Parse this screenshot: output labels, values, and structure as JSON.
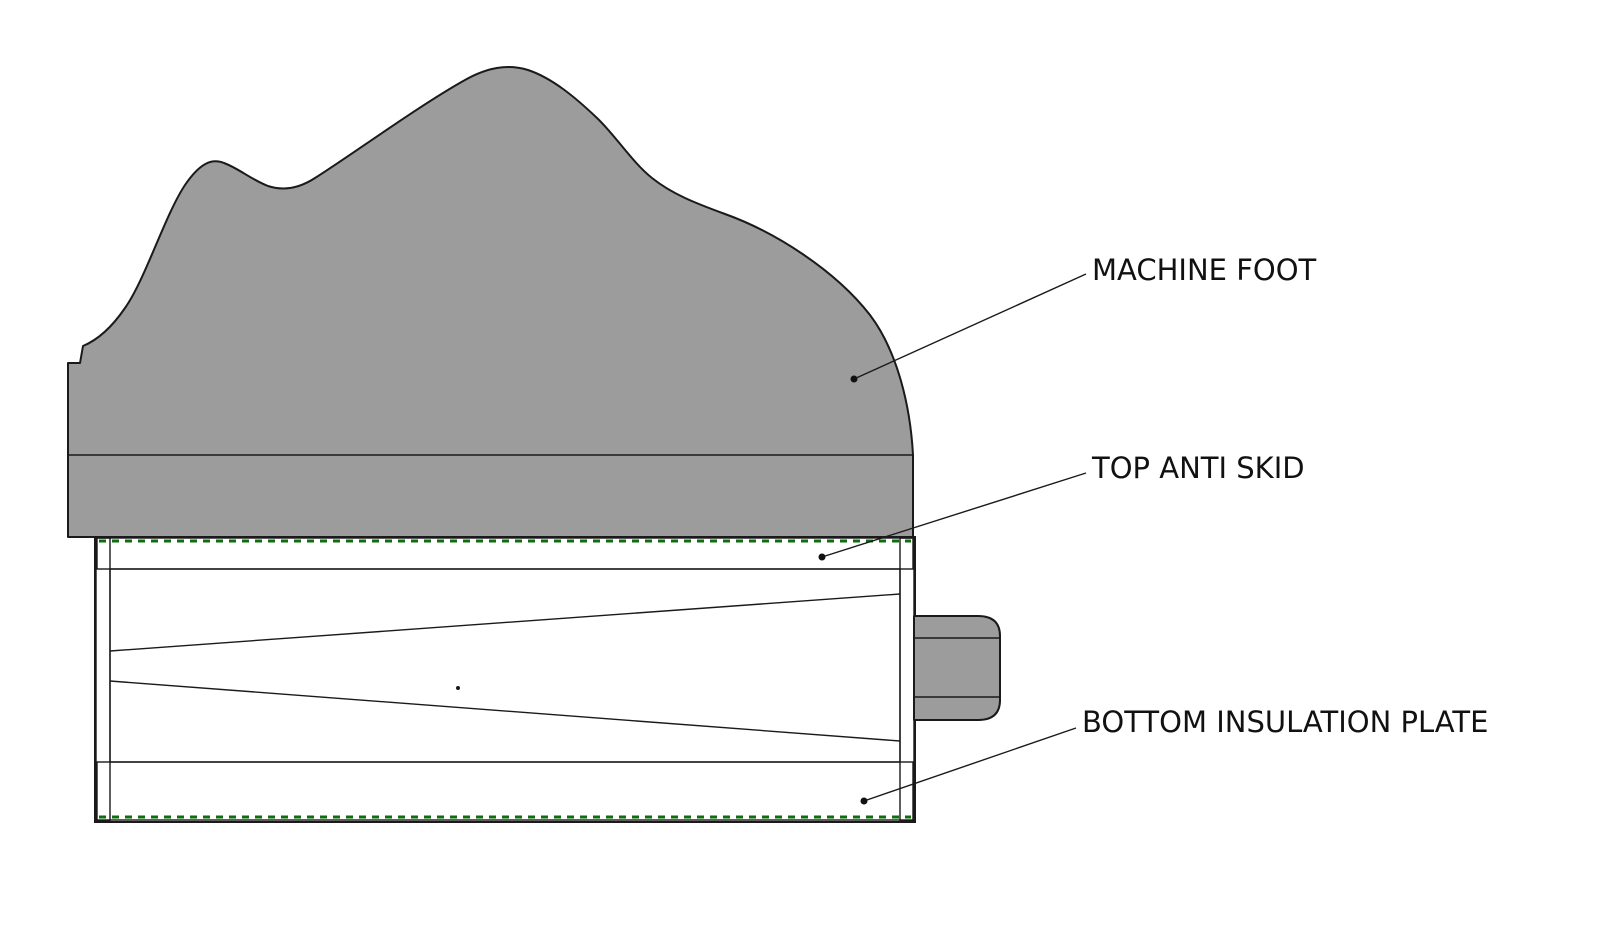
{
  "diagram": {
    "labels": {
      "machine_foot": "MACHINE FOOT",
      "top_anti_skid": "TOP ANTI SKID",
      "bottom_insulation_plate": "BOTTOM INSULATION PLATE"
    },
    "colors": {
      "part_gray": "#9c9c9c",
      "part_gray_light": "#a6a6a6",
      "part_gray_dark": "#6f6f6f",
      "anti_skid_green": "#1fa11f",
      "green_dark": "#0d6e0d",
      "outline": "#1a1a1a",
      "background": "#ffffff"
    }
  }
}
